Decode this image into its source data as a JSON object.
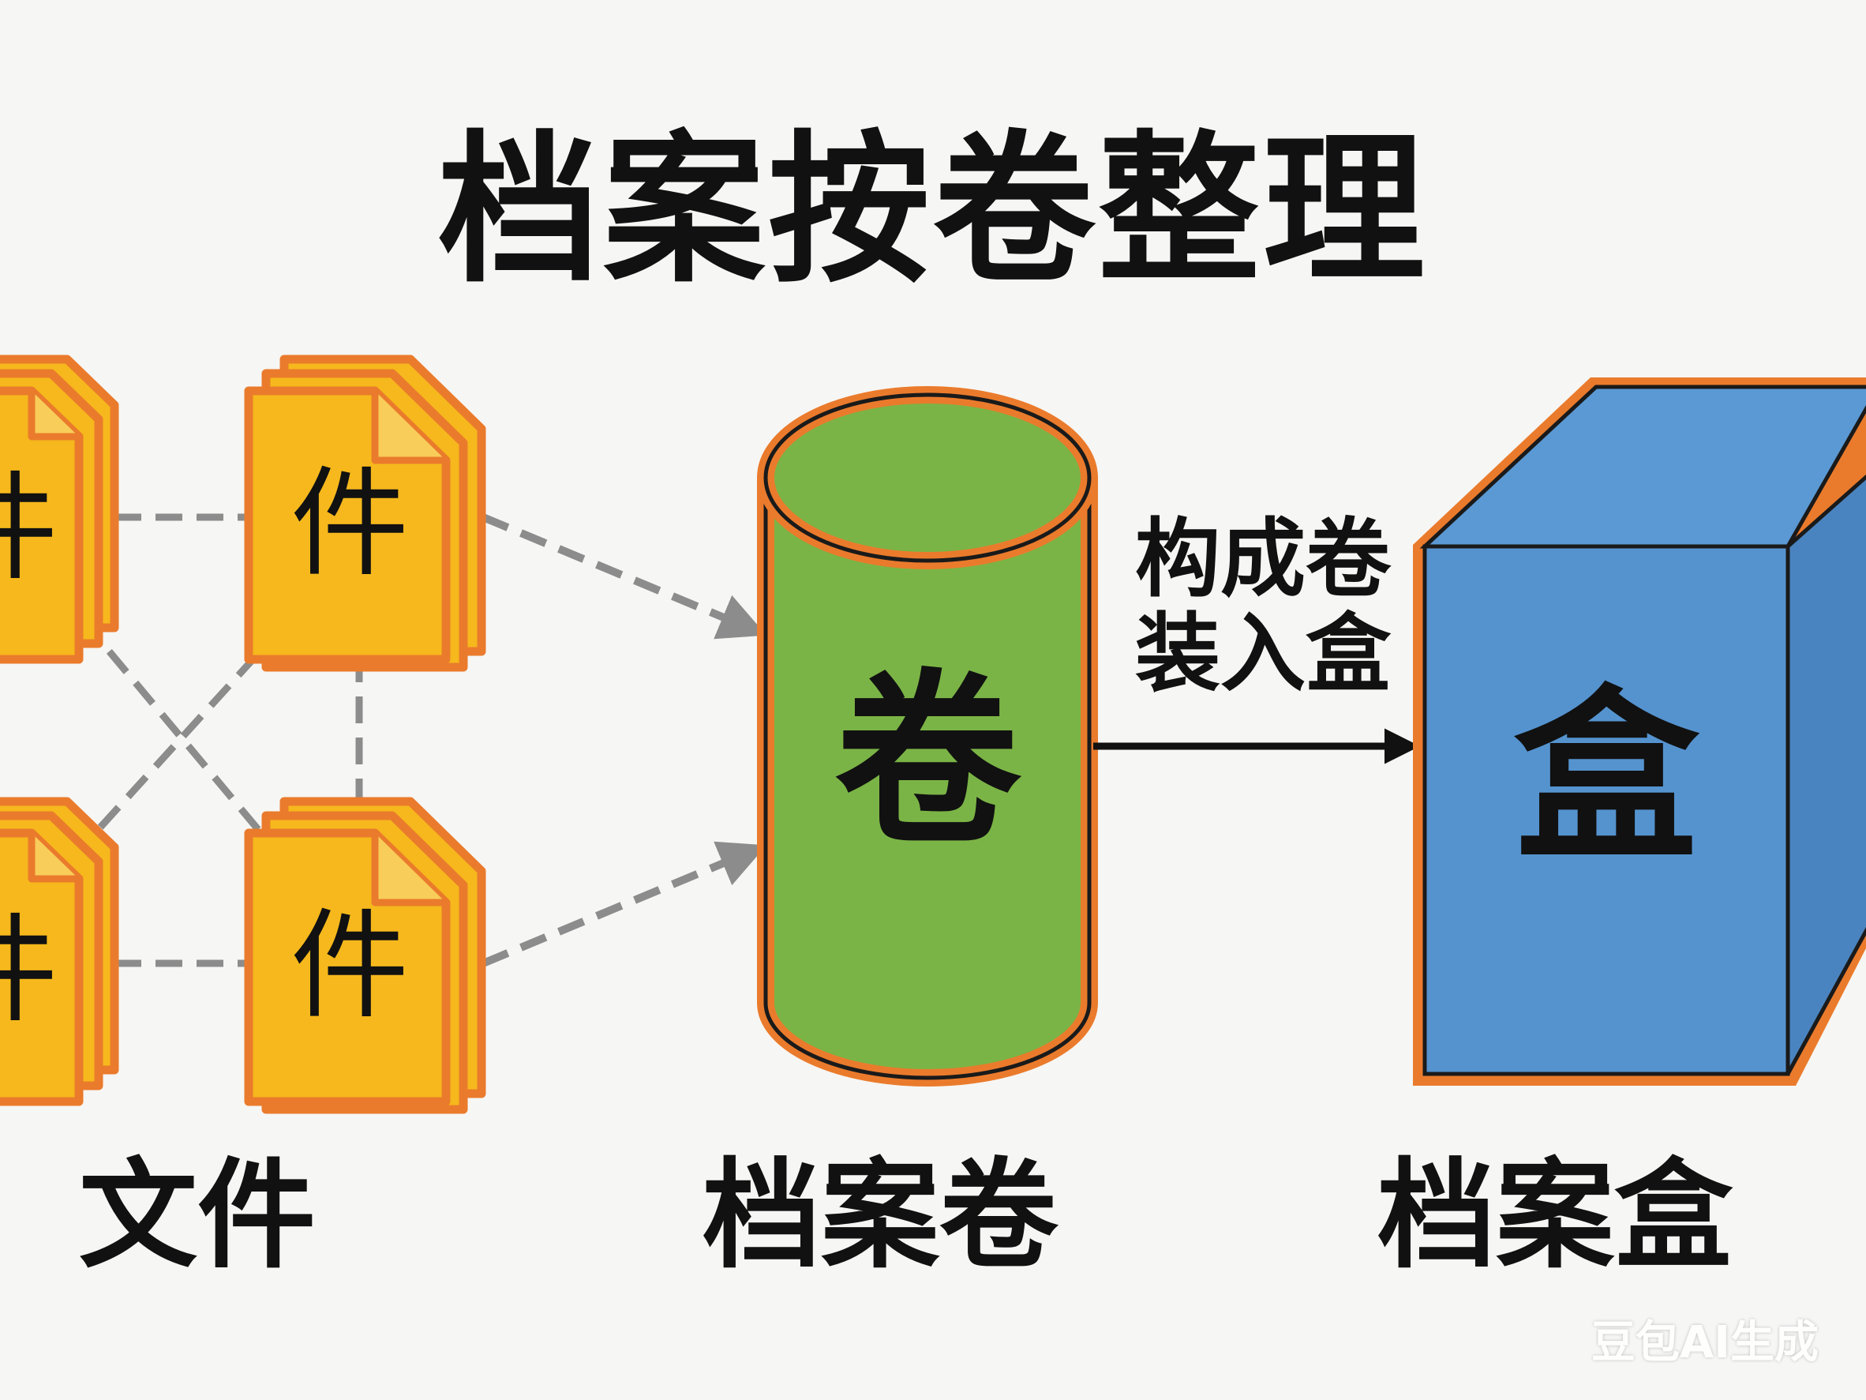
{
  "title": "档案按卷整理",
  "document_glyph": "件",
  "volume_glyph": "卷",
  "box_glyph": "盒",
  "arrow_label_lines": [
    "构成卷",
    "装入盒"
  ],
  "captions": {
    "documents": "文件",
    "volume": "档案卷",
    "box": "档案盒"
  },
  "watermark": "豆包AI生成",
  "colors": {
    "document_fill": "#f6b81c",
    "outline": "#ea7b2c",
    "volume_fill": "#7bb446",
    "box_front": "#5593cf",
    "box_top": "#5b99d4",
    "box_side": "#4a84c0",
    "dashed_link": "#8c8c8c"
  }
}
